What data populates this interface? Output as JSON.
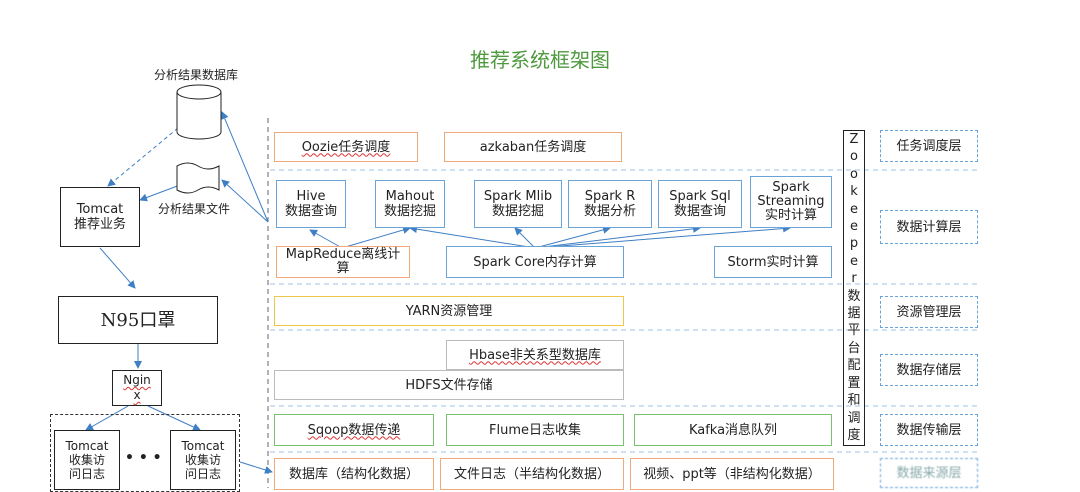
{
  "title": "推荐系统框架图",
  "left": {
    "db_label": "分析结果数据库",
    "file_label": "分析结果文件",
    "tomcat_rec": "Tomcat\n推荐业务",
    "n95": "N95口罩",
    "nginx": "Ngin\nx",
    "tomcat_log_1": "Tomcat\n收集访\n问日志",
    "ellipsis": "• • •",
    "tomcat_log_2": "Tomcat\n收集访\n问日志"
  },
  "rows": {
    "oozie": "Oozie任务调度",
    "azkaban": "azkaban任务调度",
    "hive": "Hive\n数据查询",
    "mahout": "Mahout\n数据挖掘",
    "mlib": "Spark Mlib\n数据挖掘",
    "spark_r": "Spark R\n数据分析",
    "spark_sql": "Spark Sql\n数据查询",
    "streaming": "Spark\nStreaming\n实时计算",
    "mapreduce": "MapReduce离线计\n算",
    "spark_core": "Spark Core内存计算",
    "storm": "Storm实时计算",
    "yarn": "YARN资源管理",
    "hbase": "Hbase非关系型数据库",
    "hdfs": "HDFS文件存储",
    "sqoop": "Sqoop数据传递",
    "flume": "Flume日志收集",
    "kafka": "Kafka消息队列",
    "db_struct": "数据库（结构化数据）",
    "file_log": "文件日志（半结构化数据）",
    "video_ppt": "视频、ppt等（非结构化数据）"
  },
  "zookeeper": [
    "Z",
    "o",
    "o",
    "k",
    "e",
    "e",
    "p",
    "e",
    "r",
    "数",
    "据",
    "平",
    "台",
    "配",
    "置",
    "和",
    "调",
    "度"
  ],
  "layers": {
    "schedule": "任务调度层",
    "compute": "数据计算层",
    "resource": "资源管理层",
    "storage": "数据存储层",
    "transfer": "数据传输层",
    "source": "数据来源层"
  }
}
